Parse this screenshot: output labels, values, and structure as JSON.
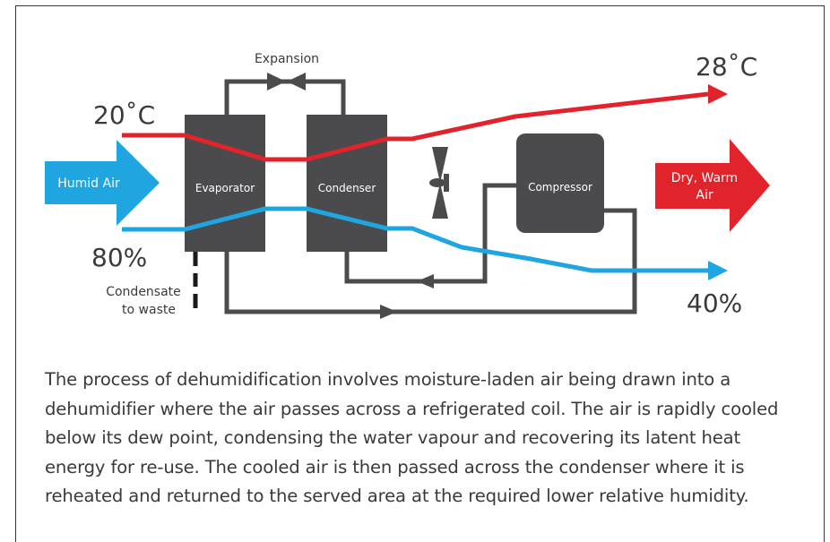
{
  "diagram": {
    "expansion_label": "Expansion",
    "temp_in": "20˚C",
    "temp_out": "28˚C",
    "humidity_in": "80%",
    "humidity_out": "40%",
    "humid_air_label": "Humid Air",
    "evaporator_label": "Evaporator",
    "condenser_label": "Condenser",
    "compressor_label": "Compressor",
    "dry_warm_air_line1": "Dry, Warm",
    "dry_warm_air_line2": "Air",
    "condensate_line1": "Condensate",
    "condensate_line2": "to waste",
    "colors": {
      "temperature_line": "#e1232b",
      "humidity_line": "#1fa6e0",
      "components": "#4b4b4d",
      "humid_air_arrow": "#1fa6e0",
      "dry_air_arrow": "#e1232b"
    }
  },
  "description": "The process of dehumidification involves moisture-laden air being drawn into a dehumidifier where the air passes across a refrigerated coil. The air is rapidly cooled below its dew point, condensing the water vapour and recovering its latent heat energy for re-use. The cooled air is then passed across the condenser where it is reheated and returned to the served area at the required lower relative humidity."
}
